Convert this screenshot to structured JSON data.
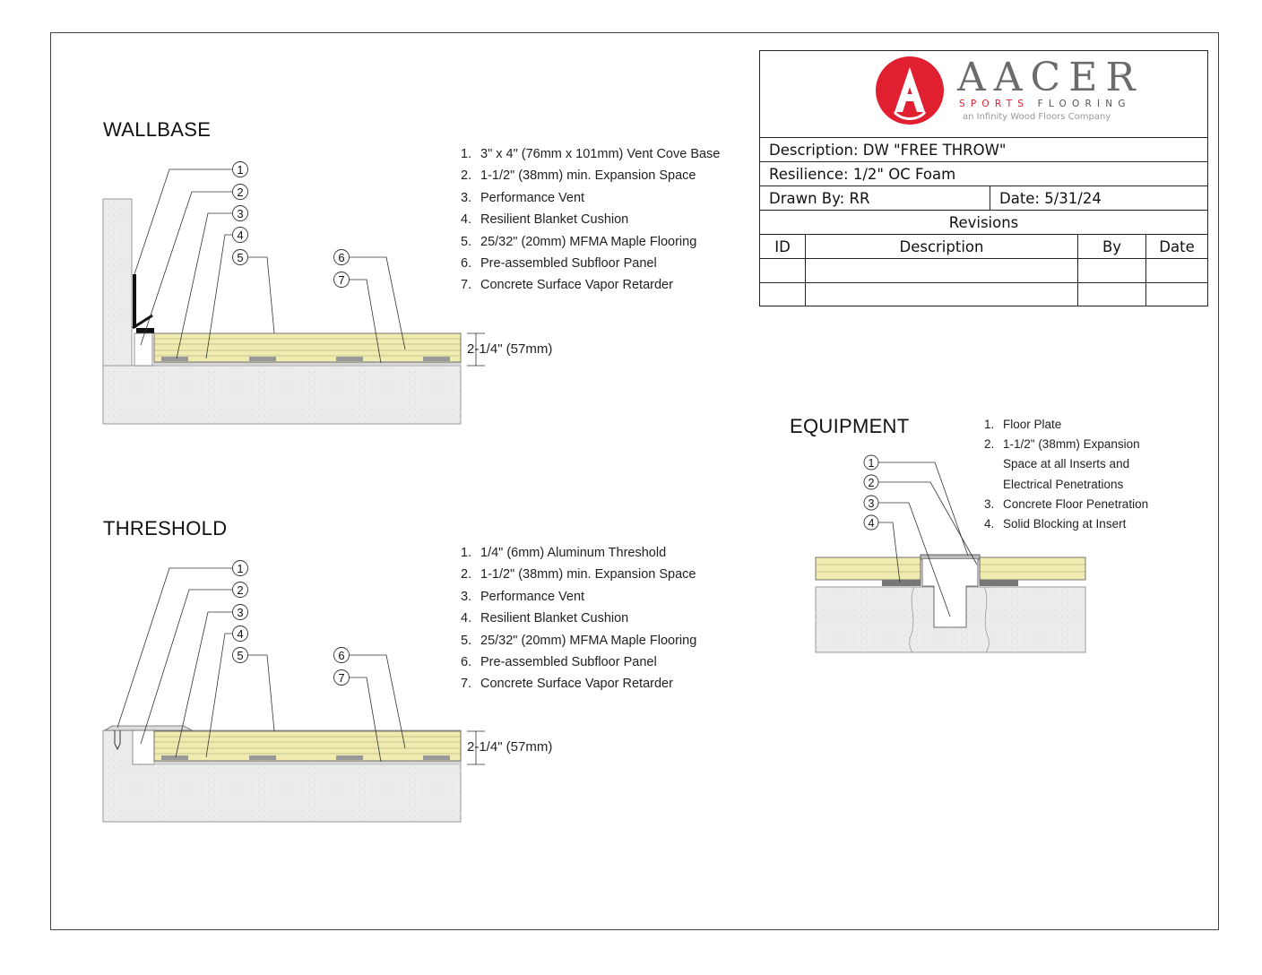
{
  "sections": {
    "wallbase": {
      "title": "WALLBASE",
      "notes": [
        "1.",
        "3\" x 4\" (76mm x 101mm) Vent Cove Base",
        "2.",
        "1-1/2\" (38mm) min. Expansion Space",
        "3.",
        "Performance Vent",
        "4.",
        "Resilient Blanket Cushion",
        "5.",
        "25/32\" (20mm) MFMA Maple Flooring",
        "6.",
        "Pre-assembled Subfloor Panel",
        "7.",
        "Concrete Surface Vapor Retarder"
      ],
      "dimension": "2-1/4\" (57mm)"
    },
    "threshold": {
      "title": "THRESHOLD",
      "notes": [
        "1.",
        "1/4\" (6mm) Aluminum Threshold",
        "2.",
        "1-1/2\" (38mm) min. Expansion Space",
        "3.",
        "Performance Vent",
        "4.",
        "Resilient Blanket Cushion",
        "5.",
        "25/32\" (20mm) MFMA Maple Flooring",
        "6.",
        "Pre-assembled Subfloor Panel",
        "7.",
        "Concrete Surface Vapor Retarder"
      ],
      "dimension": "2-1/4\" (57mm)"
    },
    "equipment": {
      "title": "EQUIPMENT",
      "notes": [
        "1.",
        "Floor Plate",
        "2.",
        "1-1/2\" (38mm) Expansion",
        "",
        "Space at all Inserts and",
        "",
        "Electrical Penetrations",
        "3.",
        "Concrete Floor Penetration",
        "4.",
        "Solid Blocking at Insert"
      ]
    }
  },
  "callouts": [
    "1",
    "2",
    "3",
    "4",
    "5",
    "6",
    "7"
  ],
  "title_block": {
    "logo": {
      "wordmark": "AACER",
      "tm": "™",
      "sub_red": "SPORTS",
      "sub_gray": "FLOORING",
      "tagline": "an Infinity Wood Floors Company",
      "brand_color": "#e02030"
    },
    "description": "Description: DW \"FREE THROW\"",
    "resilience": "Resilience: 1/2\" OC Foam",
    "drawn_by": "Drawn By: RR",
    "date": "Date: 5/31/24",
    "revisions_title": "Revisions",
    "revision_headers": [
      "ID",
      "Description",
      "By",
      "Date"
    ]
  },
  "colors": {
    "flooring": "#f0ecb0",
    "concrete": "#ececec",
    "subfloor": "#e4e0a0"
  }
}
